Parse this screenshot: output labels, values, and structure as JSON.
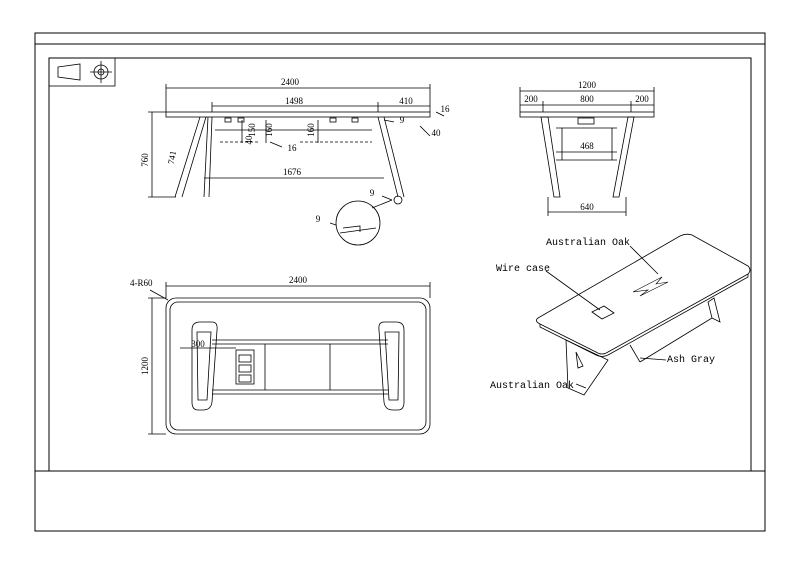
{
  "drawing": {
    "title_block": {
      "symbol": "first-angle-projection-icon"
    },
    "front_view": {
      "overall_length": "2400",
      "top_inner": "1498",
      "overhang": "410",
      "top_thickness": "16",
      "bracket_offset": "9",
      "edge": "40",
      "height": "760",
      "leg_length": "741",
      "beam_depth_1": "150",
      "beam_depth_2": "160",
      "beam_depth_3": "160",
      "beam_gap": "40",
      "beam_thickness": "16",
      "leg_span": "1676",
      "detail_ref_1": "9",
      "detail_ref_2": "9"
    },
    "side_view": {
      "overall_width": "1200",
      "left_segment": "200",
      "middle_segment": "800",
      "right_segment": "200",
      "inner_rail": "468",
      "base_width": "640"
    },
    "top_view": {
      "overall_length": "2400",
      "corner_radius": "4-R60",
      "width": "1200",
      "inner_dim": "300"
    },
    "iso_view": {
      "label_top": "Australian Oak",
      "label_wire": "Wire case",
      "label_leg": "Australian Oak",
      "label_beam": "Ash Gray"
    }
  }
}
